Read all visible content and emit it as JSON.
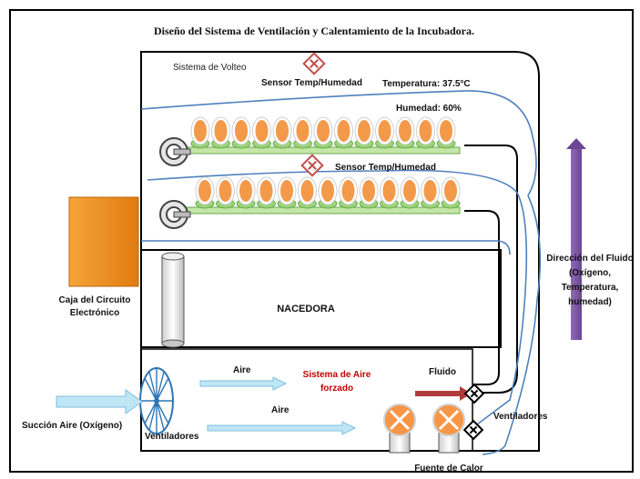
{
  "diagram": {
    "title": "Diseño del Sistema de Ventilación y Calentamiento de la Incubadora.",
    "turning_system": "Sistema de Volteo",
    "sensor_top": "Sensor Temp/Humedad",
    "temperature": "Temperatura: 37.5°C",
    "humidity": "Humedad: 60%",
    "sensor_middle": "Sensor Temp/Humedad",
    "circuit_box": [
      "Caja del Circuito",
      "Electrónico"
    ],
    "hatcher": "NACEDORA",
    "fluid_direction": [
      "Dirección del Fluido",
      "(Oxígeno,",
      "Temperatura,",
      "humedad)"
    ],
    "air_1": "Aire",
    "air_2": "Aire",
    "forced_air": [
      "Sistema de Aire",
      "forzado"
    ],
    "fluid": "Fluido",
    "air_intake": "Succión Aire (Oxígeno)",
    "fans_left": "Ventiladores",
    "fans_right": "Ventiladores",
    "heat_source": "Fuente de Calor"
  },
  "colors": {
    "egg": "#f39a4a",
    "egg_holder": "#9bd47a",
    "circuit_box": "#f28c1c",
    "flow_line": "#4f81bd",
    "direction_arrow": "#7e5ba8",
    "heater": "#f79646",
    "intake_arrow": "#bfe6f5",
    "fluid_arrow": "#b03a3a"
  }
}
